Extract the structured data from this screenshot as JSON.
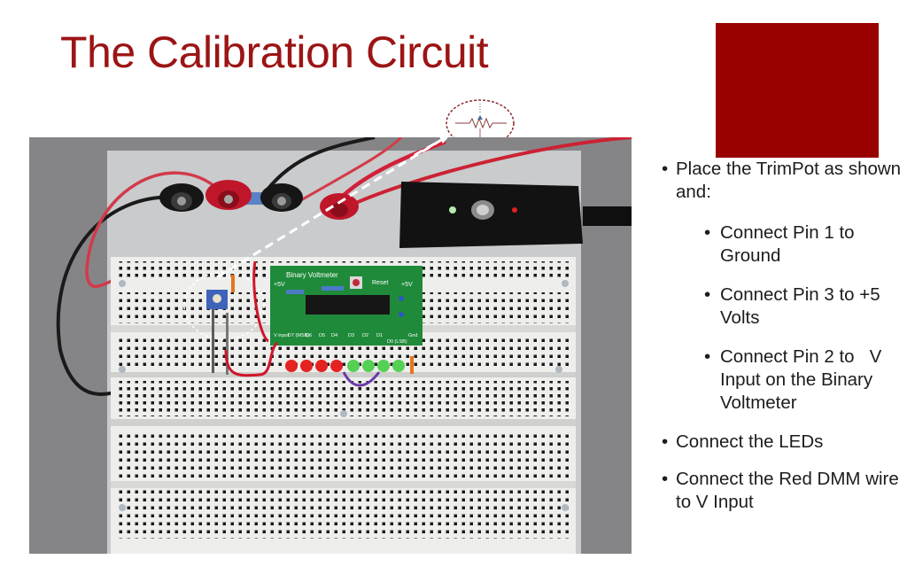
{
  "slide": {
    "title": "The Calibration Circuit",
    "accent_color": "#990000",
    "title_color": "#9c1414"
  },
  "bullets": [
    {
      "text": "Place the TrimPot as shown and:",
      "sub": [
        "Connect Pin 1 to Ground",
        "Connect Pin 3 to +5 Volts",
        "Connect Pin 2 to   V Input on the Binary Voltmeter"
      ]
    },
    {
      "text": "Connect the LEDs",
      "sub": []
    },
    {
      "text": "Connect the Red DMM wire to V Input",
      "sub": []
    }
  ],
  "photo": {
    "board_label": "Binary Voltmeter",
    "reset_label": "Reset",
    "plus5_left": "+5V",
    "plus5_right": "+5V",
    "pin_labels": [
      "V input",
      "D7 (MSB)",
      "D6",
      "D5",
      "D4",
      "D3",
      "D2",
      "D1",
      "D0 (LSB)",
      "Gnd"
    ],
    "led_colors": [
      "red",
      "red",
      "red",
      "red",
      "green",
      "green",
      "green",
      "green"
    ]
  }
}
